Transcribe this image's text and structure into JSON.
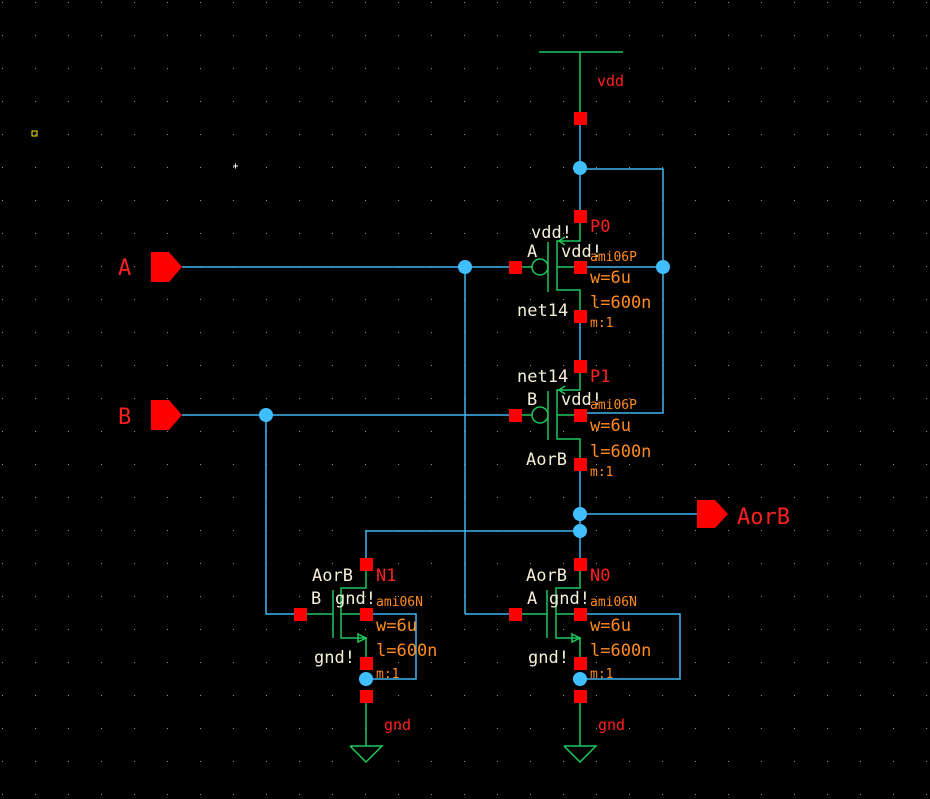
{
  "view": "schematic-editor-canvas",
  "colors": {
    "background": "#000000",
    "wire": "#3fb4f0",
    "symbol": "#1ec85a",
    "pin": "#ff0000",
    "instance_name": "#ff2020",
    "param": "#ff8a1e",
    "net_label": "#f4f0d8",
    "grid": "#8899aa"
  },
  "power": {
    "vdd_label": "vdd",
    "gnd_label_1": "gnd",
    "gnd_label_2": "gnd"
  },
  "io_pins": {
    "A": "A",
    "B": "B",
    "out": "AorB"
  },
  "transistors": [
    {
      "name": "P0",
      "model": "ami06P",
      "w": "w=6u",
      "l": "l=600n",
      "m": "m:1",
      "gate": "A",
      "bulk": "vdd!",
      "bulk2": "vdd!",
      "drain": "net14"
    },
    {
      "name": "P1",
      "model": "ami06P",
      "w": "w=6u",
      "l": "l=600n",
      "m": "m:1",
      "gate": "B",
      "bulk": "vdd!",
      "source": "net14",
      "drain": "AorB"
    },
    {
      "name": "N1",
      "model": "ami06N",
      "w": "w=6u",
      "l": "l=600n",
      "m": "m:1",
      "gate": "B",
      "bulk": "gnd!",
      "drain": "AorB",
      "source": "gnd!"
    },
    {
      "name": "N0",
      "model": "ami06N",
      "w": "w=6u",
      "l": "l=600n",
      "m": "m:1",
      "gate": "A",
      "bulk": "gnd!",
      "drain": "AorB",
      "source": "gnd!"
    }
  ]
}
